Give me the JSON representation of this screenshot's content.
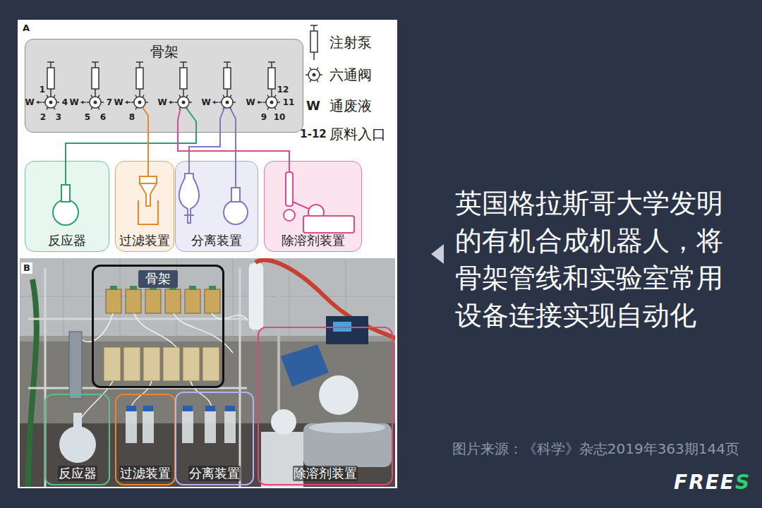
{
  "diagram": {
    "title": "英国格拉斯哥大学发明的有机合成机器人，将骨架管线和实验室常用设备连接实现自动化",
    "nodes": [
      {
        "text": [
          "骨架"
        ]
      },
      {
        "text": [
          "反应器"
        ]
      },
      {
        "text": [
          "过滤装置"
        ]
      },
      {
        "text": [
          "分离装置"
        ]
      },
      {
        "text": [
          "除溶剂装置"
        ]
      },
      {
        "text": [
          "骨架"
        ]
      },
      {
        "text": [
          "反应器"
        ]
      },
      {
        "text": [
          "过滤装置"
        ]
      },
      {
        "text": [
          "分离装置"
        ]
      },
      {
        "text": [
          "除溶剂装置"
        ]
      }
    ],
    "edges": [
      {
        "from": 0,
        "to": 1,
        "arrow": "none"
      },
      {
        "from": 0,
        "to": 2,
        "arrow": "none"
      },
      {
        "from": 0,
        "to": 3,
        "arrow": "none"
      },
      {
        "from": 0,
        "to": 3,
        "arrow": "none"
      },
      {
        "from": 0,
        "to": 4,
        "arrow": "none"
      }
    ],
    "labels": [
      "A",
      "1",
      "W",
      "4",
      "2",
      "3",
      "W",
      "7",
      "5",
      "6",
      "W",
      "8",
      "W",
      "W",
      "12",
      "W",
      "11",
      "9",
      "10",
      "W",
      "1-12",
      "B",
      "图片来源：《科学》杂志2019年363期144页",
      "FREE",
      "S"
    ],
    "legend": [
      {
        "text": "注射泵"
      },
      {
        "text": "六通阀"
      },
      {
        "text": "通废液"
      },
      {
        "text": "原料入口"
      }
    ]
  }
}
